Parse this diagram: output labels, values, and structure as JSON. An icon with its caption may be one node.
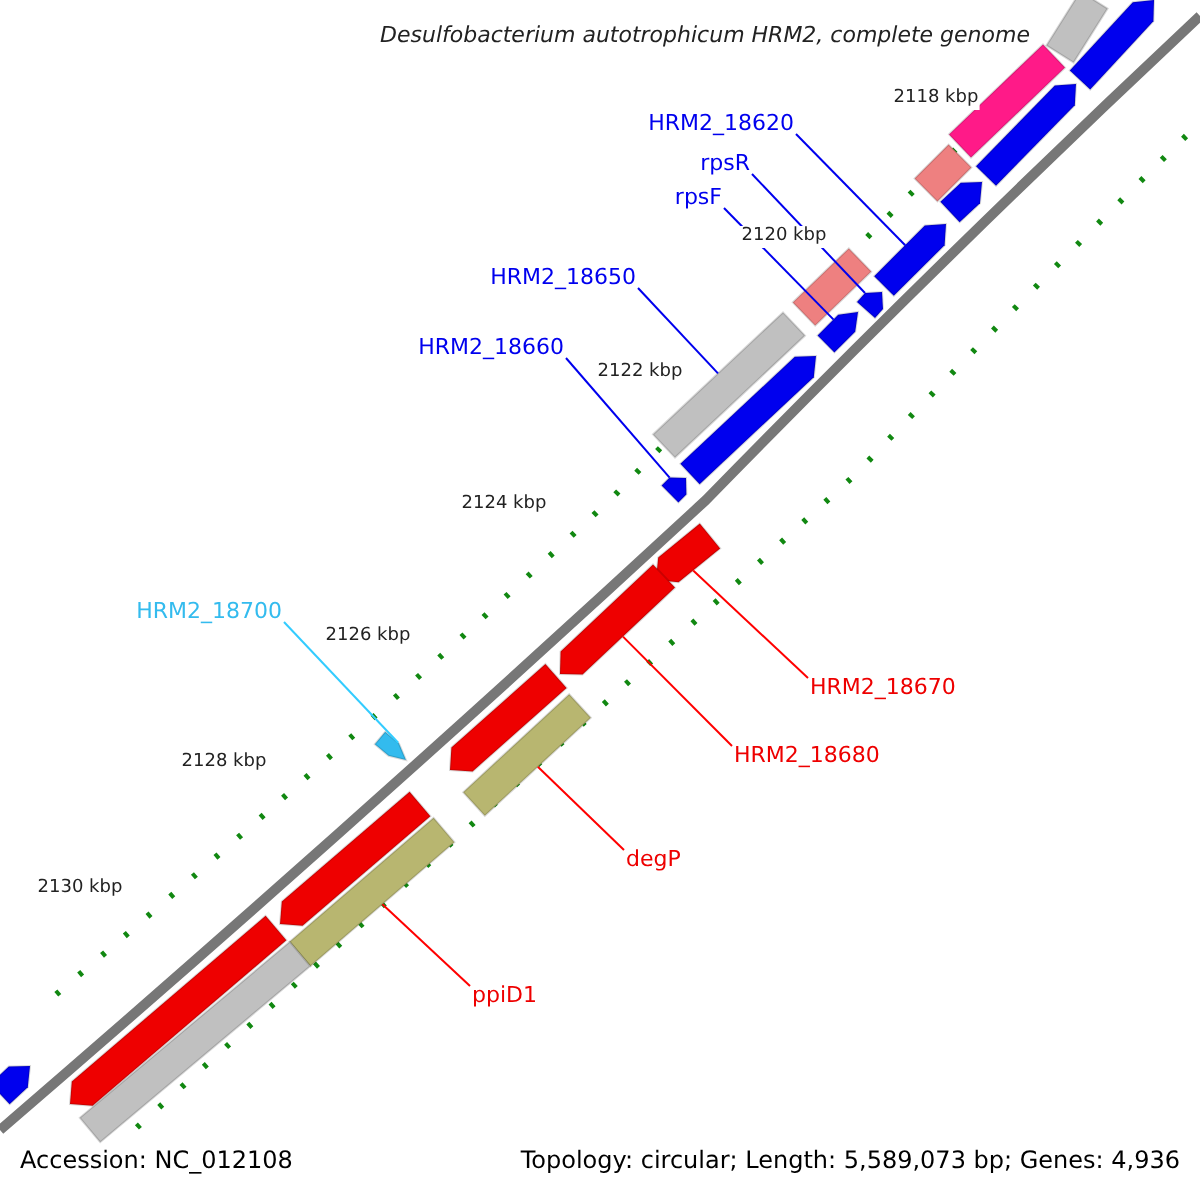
{
  "diagram": {
    "title": "Desulfobacterium autotrophicum HRM2, complete genome",
    "nodes": [
      {
        "text": [
          "HRM2_18620"
        ]
      },
      {
        "text": [
          "rpsR"
        ]
      },
      {
        "text": [
          "rpsF"
        ]
      },
      {
        "text": [
          "HRM2_18650"
        ]
      },
      {
        "text": [
          "HRM2_18660"
        ]
      },
      {
        "text": [
          "HRM2_18700"
        ]
      },
      {
        "text": [
          "HRM2_18670"
        ]
      },
      {
        "text": [
          "HRM2_18680"
        ]
      },
      {
        "text": [
          "degP"
        ]
      },
      {
        "text": [
          "ppiD1"
        ]
      },
      {
        "text": [],
        "shape": "bar"
      },
      {
        "text": [],
        "shape": "arrow"
      },
      {
        "text": [],
        "shape": "bar"
      },
      {
        "text": [],
        "shape": "arrow"
      },
      {
        "text": [],
        "shape": "bar"
      },
      {
        "text": [],
        "shape": "arrow"
      },
      {
        "text": [],
        "shape": "arrow"
      },
      {
        "text": [],
        "shape": "bar"
      },
      {
        "text": [],
        "shape": "arrow"
      },
      {
        "text": [],
        "shape": "arrow"
      },
      {
        "text": [],
        "shape": "bar"
      },
      {
        "text": [],
        "shape": "arrow"
      },
      {
        "text": [],
        "shape": "arrow"
      },
      {
        "text": [],
        "shape": "arrow"
      },
      {
        "text": [],
        "shape": "arrow"
      },
      {
        "text": [],
        "shape": "arrow"
      },
      {
        "text": [],
        "shape": "bar"
      },
      {
        "text": [],
        "shape": "arrow"
      },
      {
        "text": [],
        "shape": "arrow"
      },
      {
        "text": [],
        "shape": "bar"
      },
      {
        "text": [],
        "shape": "arrow"
      },
      {
        "text": [],
        "shape": "bar"
      },
      {
        "text": [],
        "shape": "arrow"
      }
    ],
    "edges": [
      {
        "from": 0,
        "to": 16,
        "arrow": "none"
      },
      {
        "from": 1,
        "to": 18,
        "arrow": "none"
      },
      {
        "from": 2,
        "to": 19,
        "arrow": "none"
      },
      {
        "from": 3,
        "to": 20,
        "arrow": "none"
      },
      {
        "from": 4,
        "to": 22,
        "arrow": "none"
      },
      {
        "from": 5,
        "to": 27,
        "arrow": "none",
        "color": "#33ccff"
      },
      {
        "from": 6,
        "to": 23,
        "arrow": "none",
        "color": "#ff0000"
      },
      {
        "from": 7,
        "to": 24,
        "arrow": "none",
        "color": "#ff0000"
      },
      {
        "from": 8,
        "to": 26,
        "arrow": "none",
        "color": "#ff0000"
      },
      {
        "from": 9,
        "to": 29,
        "arrow": "none",
        "color": "#ff0000"
      }
    ],
    "labels": [
      "2118 kbp",
      "2120 kbp",
      "2122 kbp",
      "2124 kbp",
      "2126 kbp",
      "2128 kbp",
      "2130 kbp",
      "Accession: NC_012108",
      "Topology: circular; Length: 5,589,073 bp; Genes: 4,936"
    ]
  }
}
